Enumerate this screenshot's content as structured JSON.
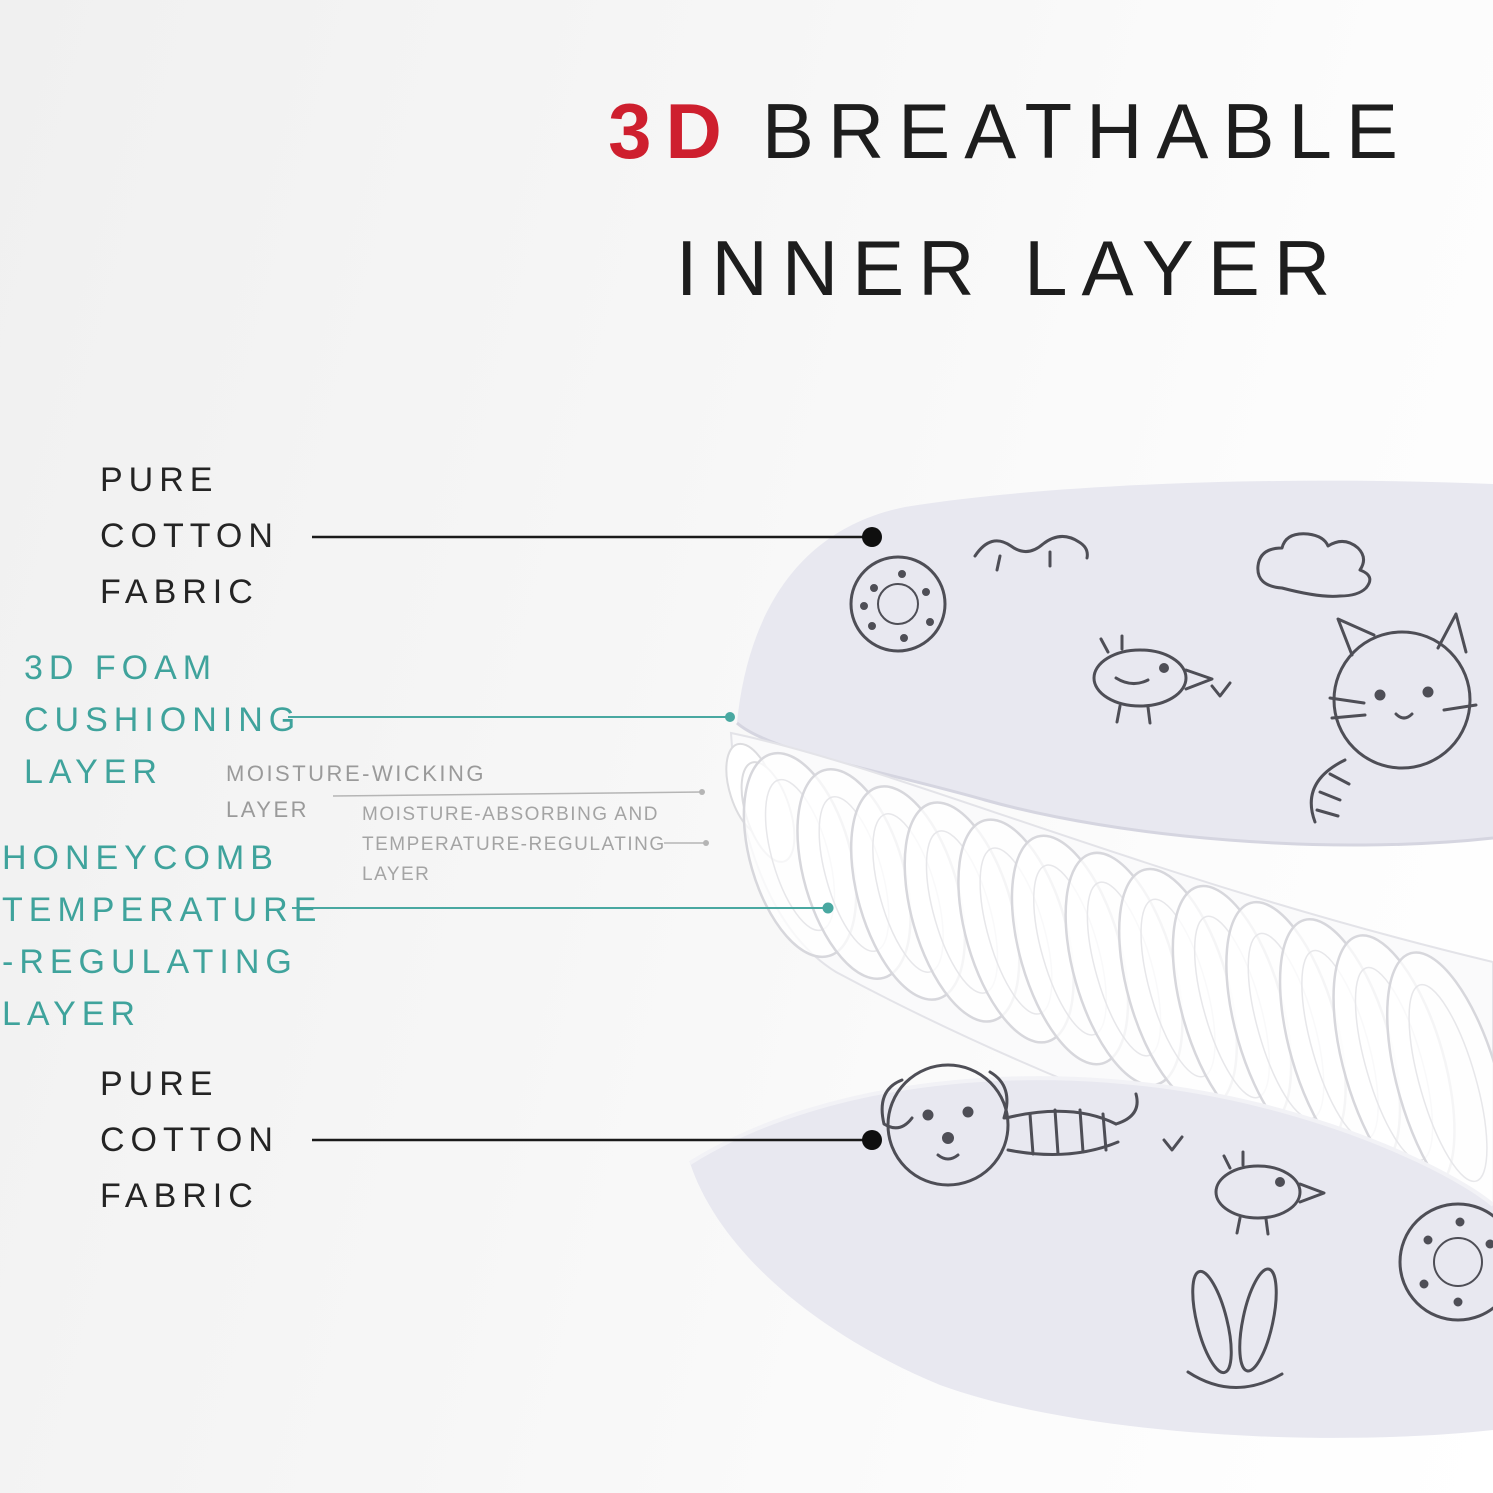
{
  "title": {
    "accent": "3D",
    "line1_rest": "BREATHABLE",
    "line2": "INNER LAYER"
  },
  "labels": {
    "pure_cotton_top": "PURE\nCOTTON\nFABRIC",
    "foam": "3D FOAM\nCUSHIONING\nLAYER",
    "moisture_wicking": "MOISTURE-WICKING\nLAYER",
    "moisture_absorbing": "MOISTURE-ABSORBING AND\nTEMPERATURE-REGULATING\nLAYER",
    "honeycomb": "HONEYCOMB\nTEMPERATURE\n-REGULATING\nLAYER",
    "pure_cotton_bottom": "PURE\nCOTTON\nFABRIC"
  },
  "colors": {
    "accent_red": "#ce1f2e",
    "teal": "#3fa39c",
    "label_gray": "#9a9a9a",
    "text_dark": "#242424",
    "fabric_fill": "#e8e8f0",
    "mesh_fill": "#fafafb",
    "doodle_stroke": "#4e4e56",
    "background": "#f4f4f4"
  },
  "icons": {
    "top_fabric": "printed-cotton-fabric-top",
    "mesh": "3d-foam-mesh-layer",
    "bottom_fabric": "printed-cotton-fabric-bottom",
    "doodles_top": [
      "squiggle-doodle",
      "donut-doodle",
      "cloud-doodle",
      "bird-doodle",
      "cat-doodle"
    ],
    "doodles_bottom": [
      "dog-doodle",
      "bird-doodle",
      "rabbit-ears-doodle",
      "donut-doodle"
    ]
  }
}
